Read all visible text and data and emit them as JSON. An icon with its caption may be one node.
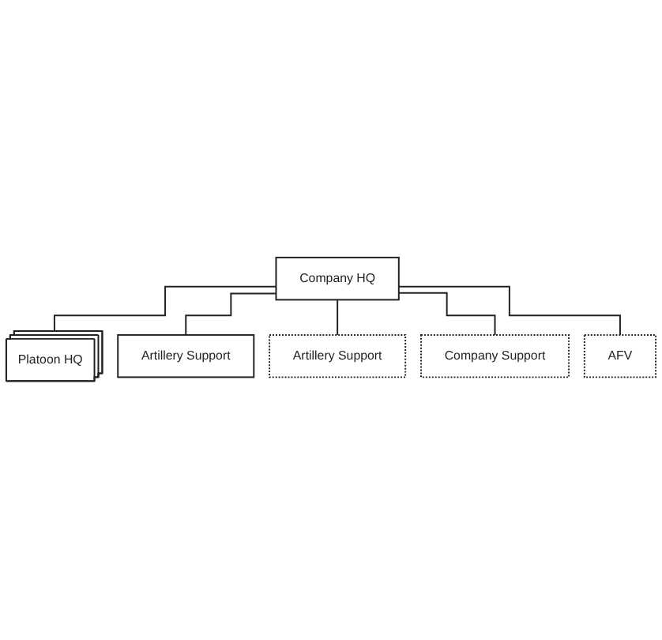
{
  "diagram": {
    "nodes": [
      {
        "text": [
          "Company HQ"
        ]
      },
      {
        "text": [
          "Platoon HQ"
        ]
      },
      {
        "text": [
          "Artillery Support"
        ]
      },
      {
        "text": [
          "Artillery Support"
        ]
      },
      {
        "text": [
          "Company Support"
        ]
      },
      {
        "text": [
          "AFV"
        ]
      }
    ],
    "edges": [
      {
        "from": 0,
        "to": 1,
        "arrow": "none"
      },
      {
        "from": 0,
        "to": 2,
        "arrow": "none"
      },
      {
        "from": 0,
        "to": 3,
        "arrow": "none"
      },
      {
        "from": 0,
        "to": 4,
        "arrow": "none"
      },
      {
        "from": 0,
        "to": 5,
        "arrow": "none"
      }
    ]
  }
}
